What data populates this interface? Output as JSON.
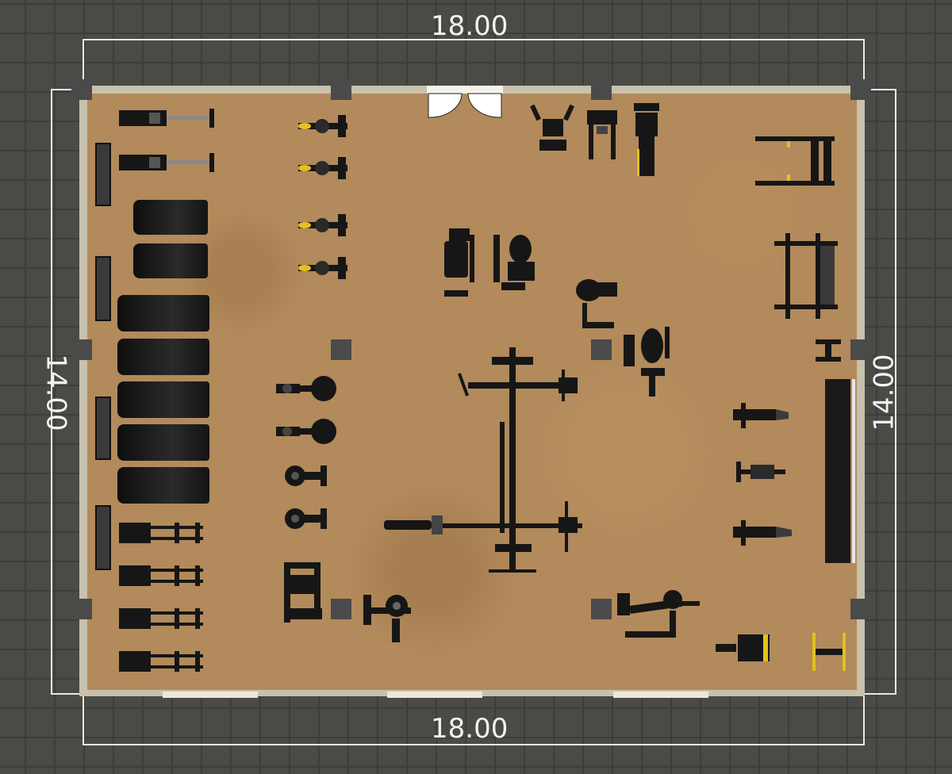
{
  "dimensions": {
    "top": "18.00",
    "bottom": "18.00",
    "left": "14.00",
    "right": "14.00"
  },
  "colors": {
    "background": "#4a4a47",
    "grid": "#3d3d3a",
    "floor": "#b28a5b",
    "wall": "#c7c1ad",
    "equipment": "#161616",
    "accent": "#e3c21b"
  },
  "icons": [
    "treadmill-icon",
    "exercise-bike-icon",
    "cable-crossover-icon",
    "dumbbell-rack-icon",
    "door-icon",
    "pillar-icon"
  ]
}
